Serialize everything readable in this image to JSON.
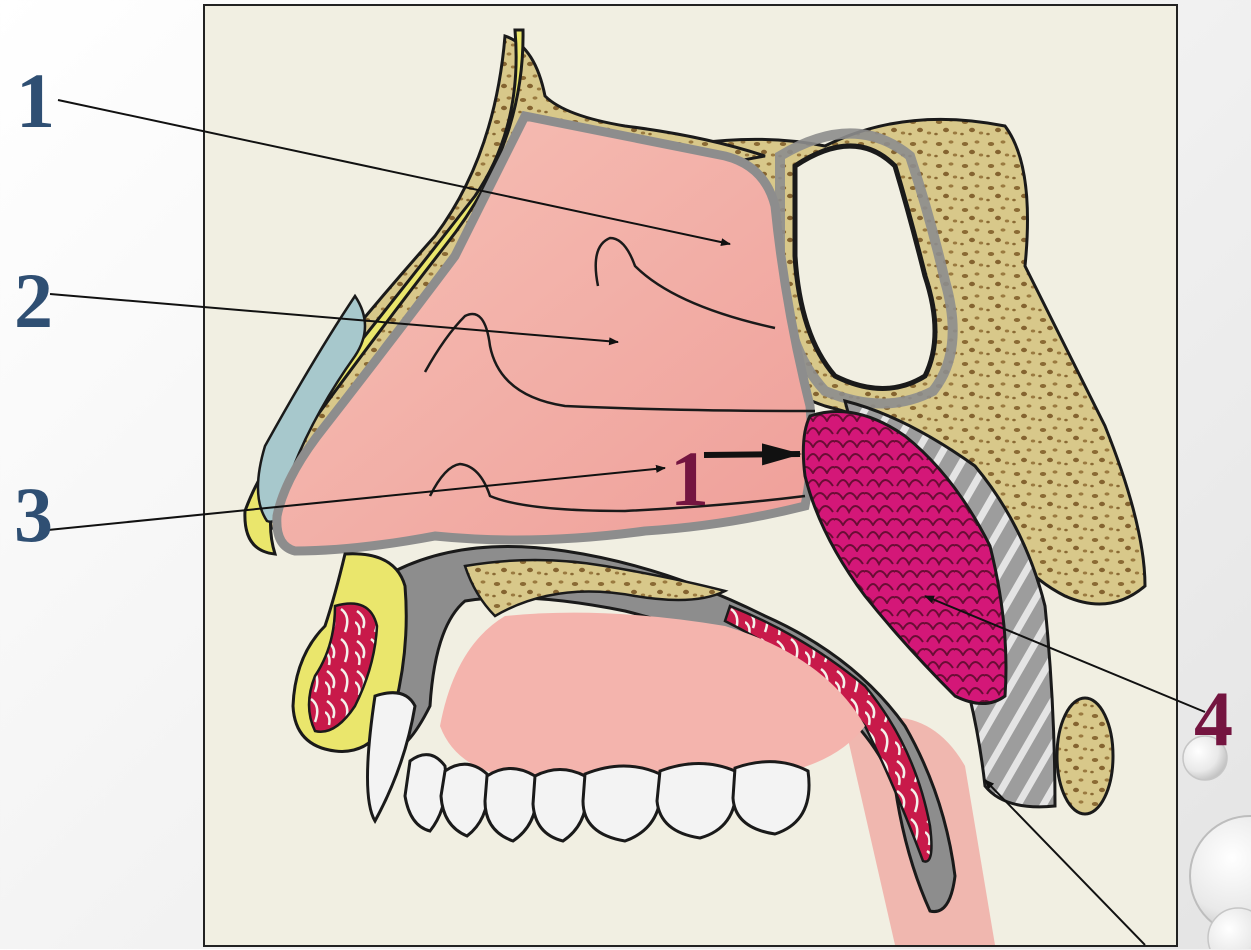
{
  "labels": {
    "upper_nasal_passage": "1",
    "middle_nasal_passage": "2",
    "lower_nasal_passage": "3",
    "choana_arrow_label": "1",
    "adenoid_tonsil": "4"
  },
  "colors": {
    "side_label": "#2f4f73",
    "inner_label": "#741540",
    "mucosa": "#f4b4ad",
    "bone": "#d8c88a",
    "adenoid": "#e5187f",
    "teeth": "#f3f3f3"
  }
}
